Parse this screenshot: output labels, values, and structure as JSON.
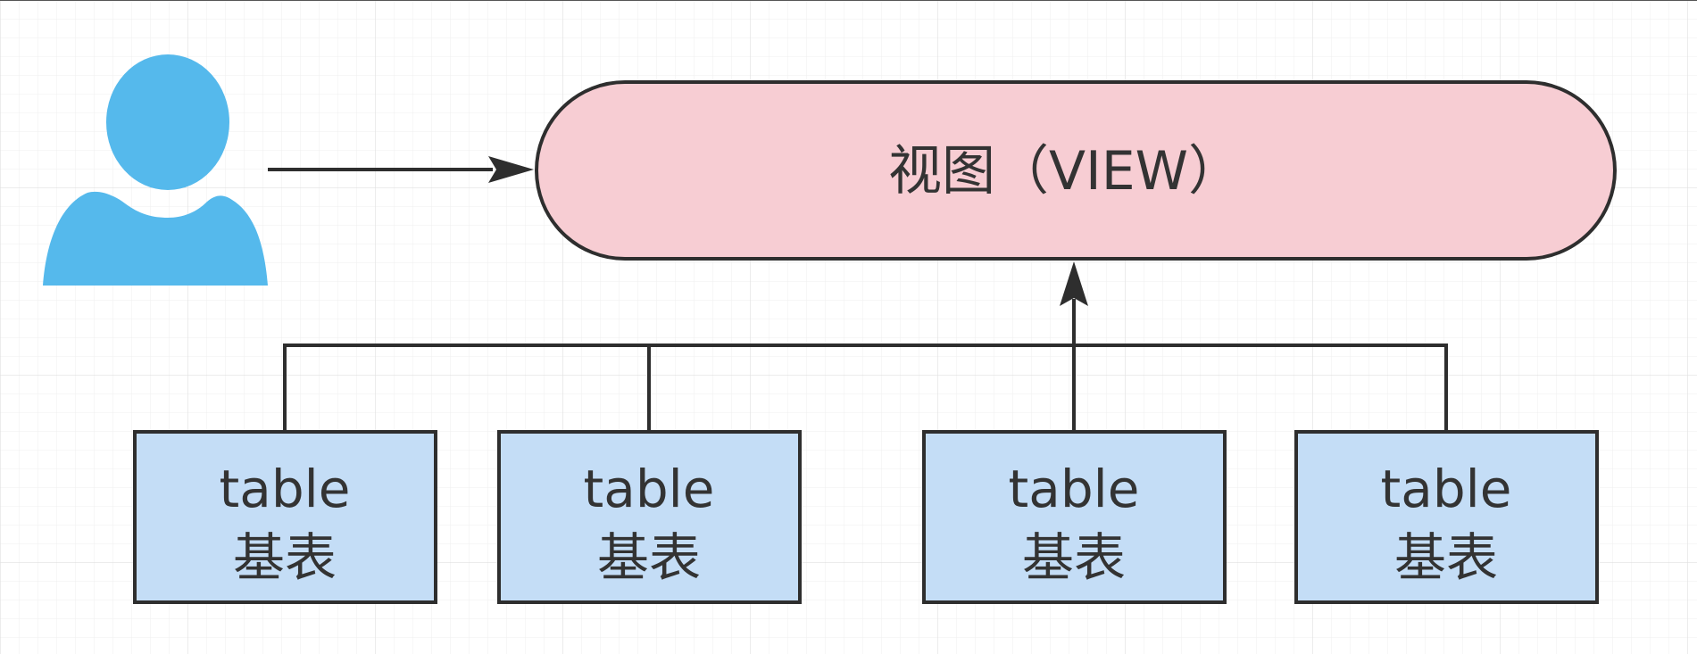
{
  "diagram": {
    "view_node": {
      "label": "视图（VIEW）"
    },
    "user_actor": {
      "icon": "user-icon"
    },
    "tables": [
      {
        "line1": "table",
        "line2": "基表"
      },
      {
        "line1": "table",
        "line2": "基表"
      },
      {
        "line1": "table",
        "line2": "基表"
      },
      {
        "line1": "table",
        "line2": "基表"
      }
    ]
  },
  "colors": {
    "view_fill": "#f7cdd3",
    "table_fill": "#c4ddf6",
    "user_fill": "#55b9ec",
    "stroke": "#2e2e2e",
    "text": "#333333",
    "grid": "#e8e8e8"
  }
}
